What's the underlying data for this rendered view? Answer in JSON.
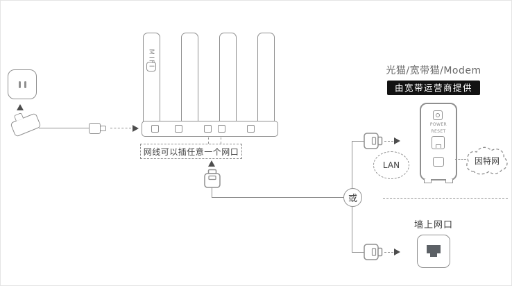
{
  "colors": {
    "line": "#8f8f8f",
    "arrow": "#4d4d4d",
    "ink": "#3f3f3f",
    "badge_bg": "#121212",
    "badge_text": "#ffffff"
  },
  "router": {
    "logo": "MIFI"
  },
  "hint": "网线可以插任意一个网口",
  "junction": {
    "or": "或"
  },
  "modem": {
    "title": "光猫/宽带猫/Modem",
    "badge": "由宽带运营商提供",
    "power": "POWER",
    "reset": "RESET",
    "lan": "LAN",
    "internet": "因特网"
  },
  "wall": {
    "label": "墙上网口"
  }
}
